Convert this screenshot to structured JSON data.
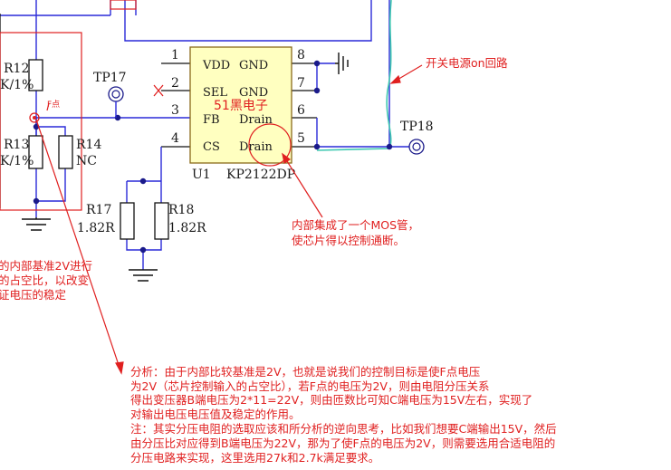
{
  "chip": {
    "ref": "U1",
    "part": "KP2122DP",
    "watermark": "51黑电子",
    "pins": [
      {
        "num": "1",
        "name": "VDD"
      },
      {
        "num": "2",
        "name": "SEL"
      },
      {
        "num": "3",
        "name": "FB"
      },
      {
        "num": "4",
        "name": "CS"
      },
      {
        "num": "8",
        "name": "GND"
      },
      {
        "num": "7",
        "name": "GND"
      },
      {
        "num": "6",
        "name": "Drain"
      },
      {
        "num": "5",
        "name": "Drain"
      }
    ]
  },
  "components": {
    "r12": {
      "ref": "R12",
      "value": "K/1%"
    },
    "r13": {
      "ref": "R13",
      "value": "K/1%"
    },
    "r14": {
      "ref": "R14",
      "value": "NC"
    },
    "r17": {
      "ref": "R17",
      "value": "1.82R"
    },
    "r18": {
      "ref": "R18",
      "value": "1.82R"
    },
    "tp17": "TP17",
    "tp18": "TP18"
  },
  "annotations": {
    "f_point": "F点",
    "switch_loop": "开关电源on回路",
    "mos_note": [
      "内部集成了一个MOS管，",
      "使芯片得以控制通断。"
    ],
    "left_note": [
      "的内部基准2V进行",
      "的占空比，以改变",
      "证电压的稳定"
    ],
    "analysis": [
      "分析：由于内部比较基准是2V，也就是说我们的控制目标是使F点电压",
      "为2V（芯片控制输入的占空比），若F点的电压为2V，则由电阻分压关系",
      "得出变压器B端电压为2*11=22V，则由匝数比可知C端电压为15V左右，实现了",
      "对输出电压电压值及稳定的作用。",
      "注：其实分压电阻的选取应该和所分析的逆向思考，比如我们想要C端输出15V，然后",
      "由分压比对应得到B端电压为22V，那为了使F点的电压为2V，则需要选用合适电阻的",
      "分压电路来实现，这里选用27k和2.7k满足要求。"
    ]
  },
  "colors": {
    "chip_fill": "#ffffc0",
    "wire": "#2a2ad8",
    "note": "#e02020",
    "loop": "#3ec8b0"
  }
}
